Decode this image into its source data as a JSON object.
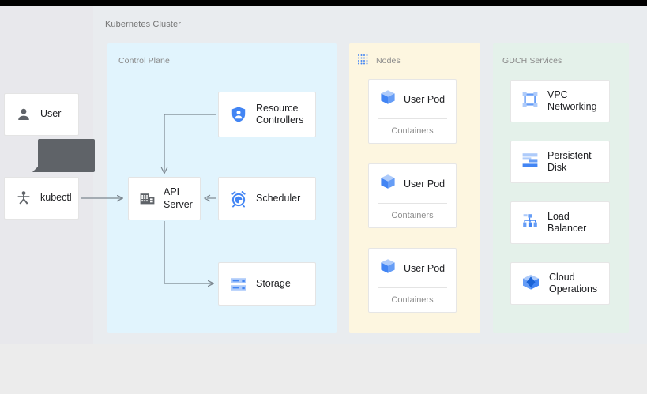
{
  "page": {
    "cluster_title": "Kubernetes Cluster",
    "accent_blue": "#4285f4",
    "accent_blue_light": "#8ab4f8",
    "icon_gray": "#5f6368",
    "panel_control_bg": "#e1f4fd",
    "panel_nodes_bg": "#fdf6e0",
    "panel_gdch_bg": "#e4f1ea",
    "canvas_bg": "#e9ecef"
  },
  "actors": [
    {
      "label": "User",
      "icon": "person-icon"
    },
    {
      "label": "kubectl",
      "icon": "kubectl-icon"
    }
  ],
  "control_plane": {
    "label": "Control Plane",
    "nodes": [
      {
        "label": "Resource\nControllers",
        "icon": "shield-person-icon"
      },
      {
        "label": "API\nServer",
        "icon": "api-server-building-icon"
      },
      {
        "label": "Scheduler",
        "icon": "alarm-clock-icon"
      },
      {
        "label": "Storage",
        "icon": "storage-stack-icon"
      }
    ]
  },
  "nodes_group": {
    "label": "Nodes",
    "icon": "dotted-grid-icon",
    "pods": [
      {
        "label": "User Pod",
        "icon": "cube-icon",
        "footer": "Containers"
      },
      {
        "label": "User Pod",
        "icon": "cube-icon",
        "footer": "Containers"
      },
      {
        "label": "User Pod",
        "icon": "cube-icon",
        "footer": "Containers"
      }
    ]
  },
  "gdch_services": {
    "label": "GDCH Services",
    "items": [
      {
        "label": "VPC\nNetworking",
        "icon": "vpc-networking-icon"
      },
      {
        "label": "Persistent\nDisk",
        "icon": "persistent-disk-icon"
      },
      {
        "label": "Load\nBalancer",
        "icon": "load-balancer-icon"
      },
      {
        "label": "Cloud\nOperations",
        "icon": "cloud-operations-icon"
      }
    ]
  },
  "connections": [
    {
      "from": "kubectl",
      "to": "api-server"
    },
    {
      "from": "resource-controllers",
      "to": "api-server"
    },
    {
      "from": "scheduler",
      "to": "api-server"
    },
    {
      "from": "api-server",
      "to": "storage"
    }
  ]
}
